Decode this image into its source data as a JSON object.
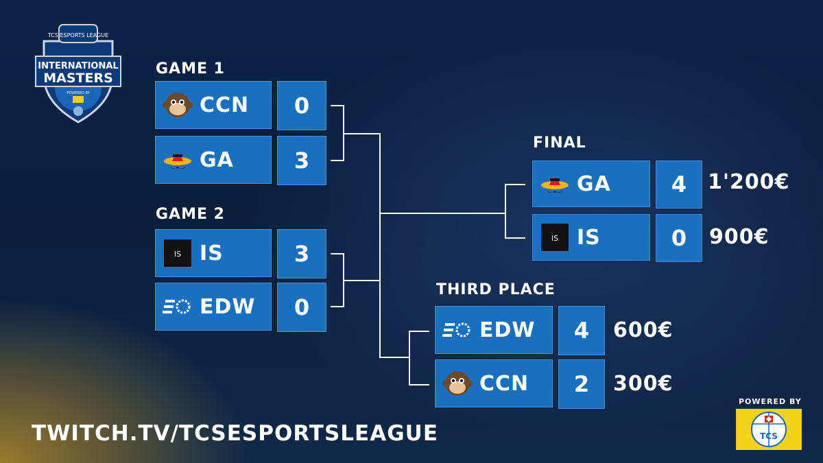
{
  "event": {
    "logo_top": "TCS ESPORTS LEAGUE",
    "logo_main_1": "INTERNATIONAL",
    "logo_main_2": "MASTERS",
    "logo_powered": "POWERED BY"
  },
  "game1": {
    "title": "GAME 1",
    "teams": [
      {
        "name": "CCN",
        "score": "0",
        "logo": "monkey-icon"
      },
      {
        "name": "GA",
        "score": "3",
        "logo": "sombrero-icon"
      }
    ]
  },
  "game2": {
    "title": "GAME 2",
    "teams": [
      {
        "name": "IS",
        "score": "3",
        "logo": "is-logo-icon"
      },
      {
        "name": "EDW",
        "score": "0",
        "logo": "edw-logo-icon"
      }
    ]
  },
  "final": {
    "title": "FINAL",
    "teams": [
      {
        "name": "GA",
        "score": "4",
        "prize": "1'200€",
        "logo": "sombrero-icon"
      },
      {
        "name": "IS",
        "score": "0",
        "prize": "900€",
        "logo": "is-logo-icon"
      }
    ]
  },
  "third": {
    "title": "THIRD PLACE",
    "teams": [
      {
        "name": "EDW",
        "score": "4",
        "prize": "600€",
        "logo": "edw-logo-icon"
      },
      {
        "name": "CCN",
        "score": "2",
        "prize": "300€",
        "logo": "monkey-icon"
      }
    ]
  },
  "footer": {
    "link": "TWITCH.TV/TCSESPORTSLEAGUE",
    "powered_by": "POWERED BY",
    "sponsor_label": "TCS"
  },
  "colors": {
    "box": "#1a6fbf",
    "box_border": "#4a90d8",
    "background": "#0d2447",
    "sponsor": "#f4d21c"
  }
}
